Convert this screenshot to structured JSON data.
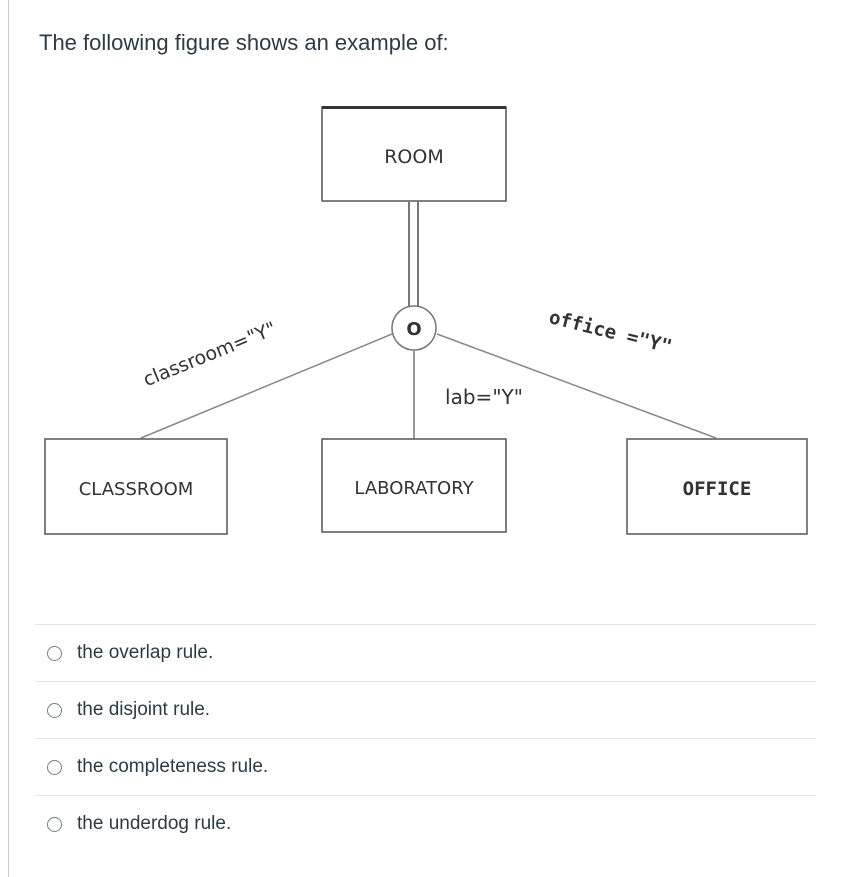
{
  "question": {
    "text": "The following figure shows an example of:"
  },
  "diagram": {
    "supertype": "ROOM",
    "constraint_symbol": "O",
    "subtypes": {
      "classroom": "CLASSROOM",
      "laboratory": "LABORATORY",
      "office": "OFFICE"
    },
    "discriminators": {
      "classroom": "classroom=\"Y\"",
      "laboratory": "lab=\"Y\"",
      "office": "office =\"Y\""
    }
  },
  "answers": [
    {
      "label": "the overlap rule."
    },
    {
      "label": "the disjoint rule."
    },
    {
      "label": "the completeness rule."
    },
    {
      "label": "the underdog rule."
    }
  ],
  "colors": {
    "text": "#2d3b45",
    "border": "#c7cdd1",
    "divider": "#e3e6e8",
    "radio": "#73818b",
    "diagram_line": "#555555"
  }
}
